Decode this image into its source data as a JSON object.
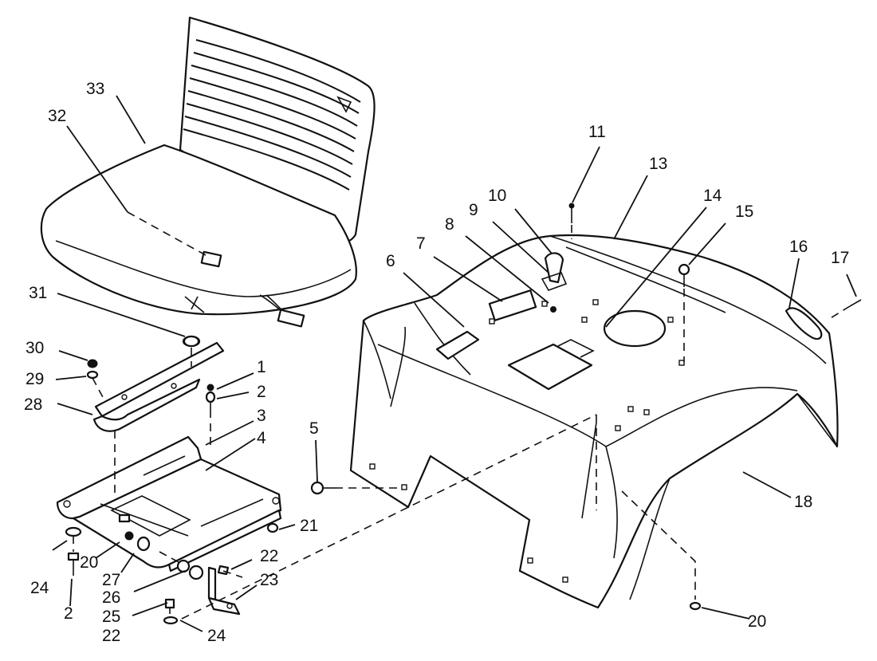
{
  "callouts": {
    "c1": "1",
    "c2a": "2",
    "c2b": "2",
    "c3": "3",
    "c4": "4",
    "c5": "5",
    "c6": "6",
    "c7": "7",
    "c8": "8",
    "c9": "9",
    "c10": "10",
    "c11": "11",
    "c13": "13",
    "c14": "14",
    "c15": "15",
    "c16": "16",
    "c17": "17",
    "c18": "18",
    "c20a": "20",
    "c20b": "20",
    "c21": "21",
    "c22a": "22",
    "c22b": "22",
    "c23": "23",
    "c24a": "24",
    "c24b": "24",
    "c25": "25",
    "c26": "26",
    "c27": "27",
    "c28": "28",
    "c29": "29",
    "c30": "30",
    "c31": "31",
    "c32": "32",
    "c33": "33"
  }
}
